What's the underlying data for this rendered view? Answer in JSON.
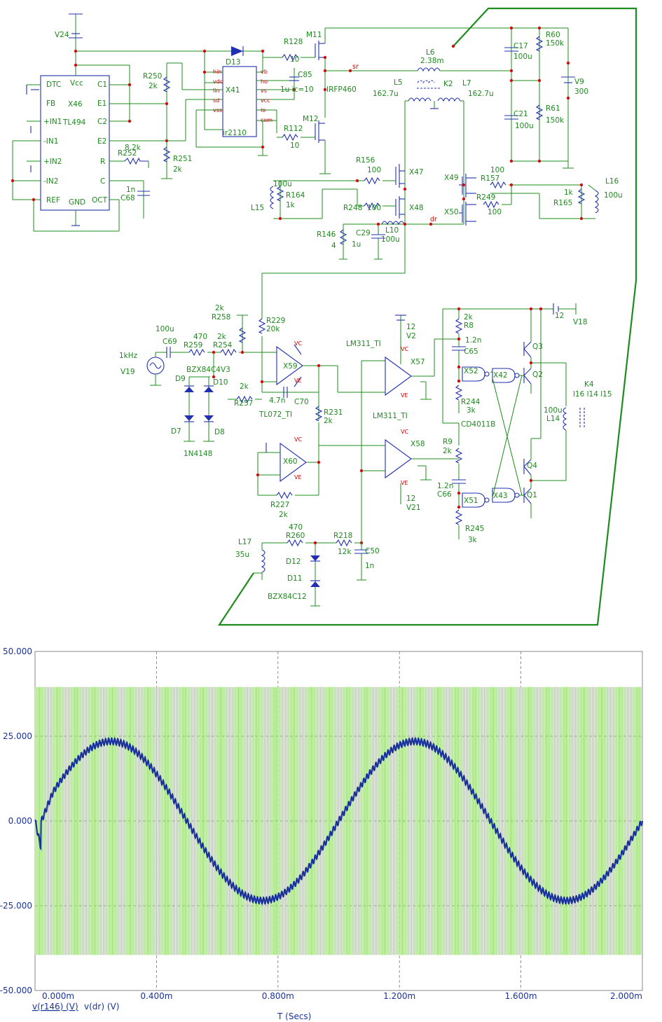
{
  "schematic": {
    "frame_color": "#1e8c1e",
    "wire_color": "#1e8c1e",
    "component_color": "#2030b0",
    "node_color": "#d01010",
    "labels": [
      {
        "id": "V24",
        "text": "V24"
      },
      {
        "id": "D13",
        "text": "D13"
      },
      {
        "id": "R128",
        "text": "R128"
      },
      {
        "id": "R128v",
        "text": "10"
      },
      {
        "id": "M11",
        "text": "M11"
      },
      {
        "id": "C85",
        "text": "C85"
      },
      {
        "id": "C85v",
        "text": "1u ic=10"
      },
      {
        "id": "IRFP460",
        "text": "IRFP460"
      },
      {
        "id": "sr",
        "text": "sr"
      },
      {
        "id": "L6",
        "text": "L6"
      },
      {
        "id": "L6v",
        "text": "2.38m"
      },
      {
        "id": "C17",
        "text": "C17"
      },
      {
        "id": "C17v",
        "text": "100u"
      },
      {
        "id": "R60",
        "text": "R60"
      },
      {
        "id": "R60v",
        "text": "150k"
      },
      {
        "id": "V9",
        "text": "V9"
      },
      {
        "id": "V9v",
        "text": "300"
      },
      {
        "id": "R250",
        "text": "R250"
      },
      {
        "id": "R250v",
        "text": "2k"
      },
      {
        "id": "X41",
        "text": "X41"
      },
      {
        "id": "ir2110",
        "text": "ir2110"
      },
      {
        "id": "X46",
        "text": "X46"
      },
      {
        "id": "TL494",
        "text": "TL494"
      },
      {
        "id": "DTC",
        "text": "DTC"
      },
      {
        "id": "Vcc",
        "text": "Vcc"
      },
      {
        "id": "C1",
        "text": "C1"
      },
      {
        "id": "FB",
        "text": "FB"
      },
      {
        "id": "E1",
        "text": "E1"
      },
      {
        "id": "IN1p",
        "text": "+IN1"
      },
      {
        "id": "C2",
        "text": "C2"
      },
      {
        "id": "IN1m",
        "text": "-IN1"
      },
      {
        "id": "E2",
        "text": "E2"
      },
      {
        "id": "IN2p",
        "text": "+IN2"
      },
      {
        "id": "Rpin",
        "text": "R"
      },
      {
        "id": "IN2m",
        "text": "-IN2"
      },
      {
        "id": "Cpin",
        "text": "C"
      },
      {
        "id": "REF",
        "text": "REF"
      },
      {
        "id": "GND",
        "text": "GND"
      },
      {
        "id": "OCT",
        "text": "OCT"
      },
      {
        "id": "C68",
        "text": "C68"
      },
      {
        "id": "C68v",
        "text": "1n"
      },
      {
        "id": "R252",
        "text": "R252"
      },
      {
        "id": "R252v",
        "text": "8.2k"
      },
      {
        "id": "R251",
        "text": "R251"
      },
      {
        "id": "R251v",
        "text": "2k"
      },
      {
        "id": "L5",
        "text": "L5"
      },
      {
        "id": "L5v",
        "text": "162.7u"
      },
      {
        "id": "K2",
        "text": "K2"
      },
      {
        "id": "L7",
        "text": "L7"
      },
      {
        "id": "L7v",
        "text": "162.7u"
      },
      {
        "id": "C21",
        "text": "C21"
      },
      {
        "id": "C21v",
        "text": "100u"
      },
      {
        "id": "R61",
        "text": "R61"
      },
      {
        "id": "R61v",
        "text": "150k"
      },
      {
        "id": "M12",
        "text": "M12"
      },
      {
        "id": "R112",
        "text": "R112"
      },
      {
        "id": "R112v",
        "text": "10"
      },
      {
        "id": "R156",
        "text": "R156"
      },
      {
        "id": "R156v",
        "text": "100"
      },
      {
        "id": "X47",
        "text": "X47"
      },
      {
        "id": "X49",
        "text": "X49"
      },
      {
        "id": "R157v",
        "text": "100"
      },
      {
        "id": "R157",
        "text": "R157"
      },
      {
        "id": "L16",
        "text": "L16"
      },
      {
        "id": "L16v",
        "text": "100u"
      },
      {
        "id": "L15v",
        "text": "100u"
      },
      {
        "id": "R164",
        "text": "R164"
      },
      {
        "id": "R164v",
        "text": "1k"
      },
      {
        "id": "L15",
        "text": "L15"
      },
      {
        "id": "R248",
        "text": "R248"
      },
      {
        "id": "R248v",
        "text": "100"
      },
      {
        "id": "X48",
        "text": "X48"
      },
      {
        "id": "X50",
        "text": "X50"
      },
      {
        "id": "R249",
        "text": "R249"
      },
      {
        "id": "R249v",
        "text": "100"
      },
      {
        "id": "R165v",
        "text": "1k"
      },
      {
        "id": "R165",
        "text": "R165"
      },
      {
        "id": "dr",
        "text": "dr"
      },
      {
        "id": "R146",
        "text": "R146"
      },
      {
        "id": "R146v",
        "text": "4"
      },
      {
        "id": "C29",
        "text": "C29"
      },
      {
        "id": "C29v",
        "text": "1u"
      },
      {
        "id": "L10",
        "text": "L10"
      },
      {
        "id": "L10v",
        "text": "100u"
      },
      {
        "id": "R258v",
        "text": "2k"
      },
      {
        "id": "R258",
        "text": "R258"
      },
      {
        "id": "R229",
        "text": "R229"
      },
      {
        "id": "R229v",
        "text": "20k"
      },
      {
        "id": "V2v",
        "text": "12"
      },
      {
        "id": "V2",
        "text": "V2"
      },
      {
        "id": "LM311a",
        "text": "LM311_TI"
      },
      {
        "id": "R8v",
        "text": "2k"
      },
      {
        "id": "R8",
        "text": "R8"
      },
      {
        "id": "V18v",
        "text": "12"
      },
      {
        "id": "V18",
        "text": "V18"
      },
      {
        "id": "C69v",
        "text": "100u"
      },
      {
        "id": "C69",
        "text": "C69"
      },
      {
        "id": "R259v",
        "text": "470"
      },
      {
        "id": "R259",
        "text": "R259"
      },
      {
        "id": "R254v",
        "text": "2k"
      },
      {
        "id": "R254",
        "text": "R254"
      },
      {
        "id": "V19f",
        "text": "1kHz"
      },
      {
        "id": "V19",
        "text": "V19"
      },
      {
        "id": "BZX1",
        "text": "BZX84C4V3"
      },
      {
        "id": "D9",
        "text": "D9"
      },
      {
        "id": "D10",
        "text": "D10"
      },
      {
        "id": "D7",
        "text": "D7"
      },
      {
        "id": "D8",
        "text": "D8"
      },
      {
        "id": "IN4148",
        "text": "1N4148"
      },
      {
        "id": "X59",
        "text": "X59"
      },
      {
        "id": "X57",
        "text": "X57"
      },
      {
        "id": "C65v",
        "text": "1.2n"
      },
      {
        "id": "C65",
        "text": "C65"
      },
      {
        "id": "Q3",
        "text": "Q3"
      },
      {
        "id": "Q2",
        "text": "Q2"
      },
      {
        "id": "X52",
        "text": "X52"
      },
      {
        "id": "X42",
        "text": "X42"
      },
      {
        "id": "R244",
        "text": "R244"
      },
      {
        "id": "R244v",
        "text": "3k"
      },
      {
        "id": "CD4011B",
        "text": "CD4011B"
      },
      {
        "id": "K4",
        "text": "K4"
      },
      {
        "id": "K4l",
        "text": "l16 l14 l15"
      },
      {
        "id": "L14v",
        "text": "100u"
      },
      {
        "id": "L14",
        "text": "L14"
      },
      {
        "id": "R257v",
        "text": "2k"
      },
      {
        "id": "R257",
        "text": "R257"
      },
      {
        "id": "C70v",
        "text": "4.7n"
      },
      {
        "id": "C70",
        "text": "C70"
      },
      {
        "id": "TL072",
        "text": "TL072_TI"
      },
      {
        "id": "R231",
        "text": "R231"
      },
      {
        "id": "R231v",
        "text": "2k"
      },
      {
        "id": "LM311b",
        "text": "LM311_TI"
      },
      {
        "id": "X60",
        "text": "X60"
      },
      {
        "id": "X58",
        "text": "X58"
      },
      {
        "id": "R9",
        "text": "R9"
      },
      {
        "id": "R9v",
        "text": "2k"
      },
      {
        "id": "C66v",
        "text": "1.2n"
      },
      {
        "id": "C66",
        "text": "C66"
      },
      {
        "id": "Q4",
        "text": "Q4"
      },
      {
        "id": "X51",
        "text": "X51"
      },
      {
        "id": "X43",
        "text": "X43"
      },
      {
        "id": "Q1",
        "text": "Q1"
      },
      {
        "id": "R227",
        "text": "R227"
      },
      {
        "id": "R227v",
        "text": "2k"
      },
      {
        "id": "V21v",
        "text": "12"
      },
      {
        "id": "V21",
        "text": "V21"
      },
      {
        "id": "R245",
        "text": "R245"
      },
      {
        "id": "R245v",
        "text": "3k"
      },
      {
        "id": "R260v",
        "text": "470"
      },
      {
        "id": "R260",
        "text": "R260"
      },
      {
        "id": "R218",
        "text": "R218"
      },
      {
        "id": "R218v",
        "text": "12k"
      },
      {
        "id": "L17",
        "text": "L17"
      },
      {
        "id": "L17v",
        "text": "35u"
      },
      {
        "id": "C50",
        "text": "C50"
      },
      {
        "id": "C50v",
        "text": "1n"
      },
      {
        "id": "D12",
        "text": "D12"
      },
      {
        "id": "D11",
        "text": "D11"
      },
      {
        "id": "BZX2",
        "text": "BZX84C12"
      }
    ],
    "pins_ir2110": [
      "hin",
      "vdd",
      "lin",
      "sd",
      "vss",
      "vb",
      "ho",
      "vs",
      "vcc",
      "lo",
      "com"
    ],
    "opamp_pins": {
      "vc": "VC",
      "ve": "VE"
    }
  },
  "chart_data": {
    "type": "line",
    "xlabel": "T (Secs)",
    "ylabel": "",
    "xlim": [
      0,
      0.002
    ],
    "ylim": [
      -50,
      50
    ],
    "x_ticks": [
      "0.000m",
      "0.400m",
      "0.800m",
      "1.200m",
      "1.600m",
      "2.000m"
    ],
    "y_ticks": [
      "50.000",
      "25.000",
      "0.000",
      "-25.000",
      "-50.000"
    ],
    "grid": true,
    "legend_position": "bottom-left",
    "series": [
      {
        "name": "v(dr) (V)",
        "color": "#8fd36a",
        "kind": "square-wave",
        "amplitude_pos": 39.5,
        "amplitude_neg": -39.5,
        "frequency_hz": 100000
      },
      {
        "name": "v(r146) (V)",
        "color": "#1a3399",
        "kind": "sine",
        "amplitude": 23.5,
        "frequency_hz": 1000,
        "start_value": -8,
        "start_time": 2e-05
      }
    ]
  }
}
